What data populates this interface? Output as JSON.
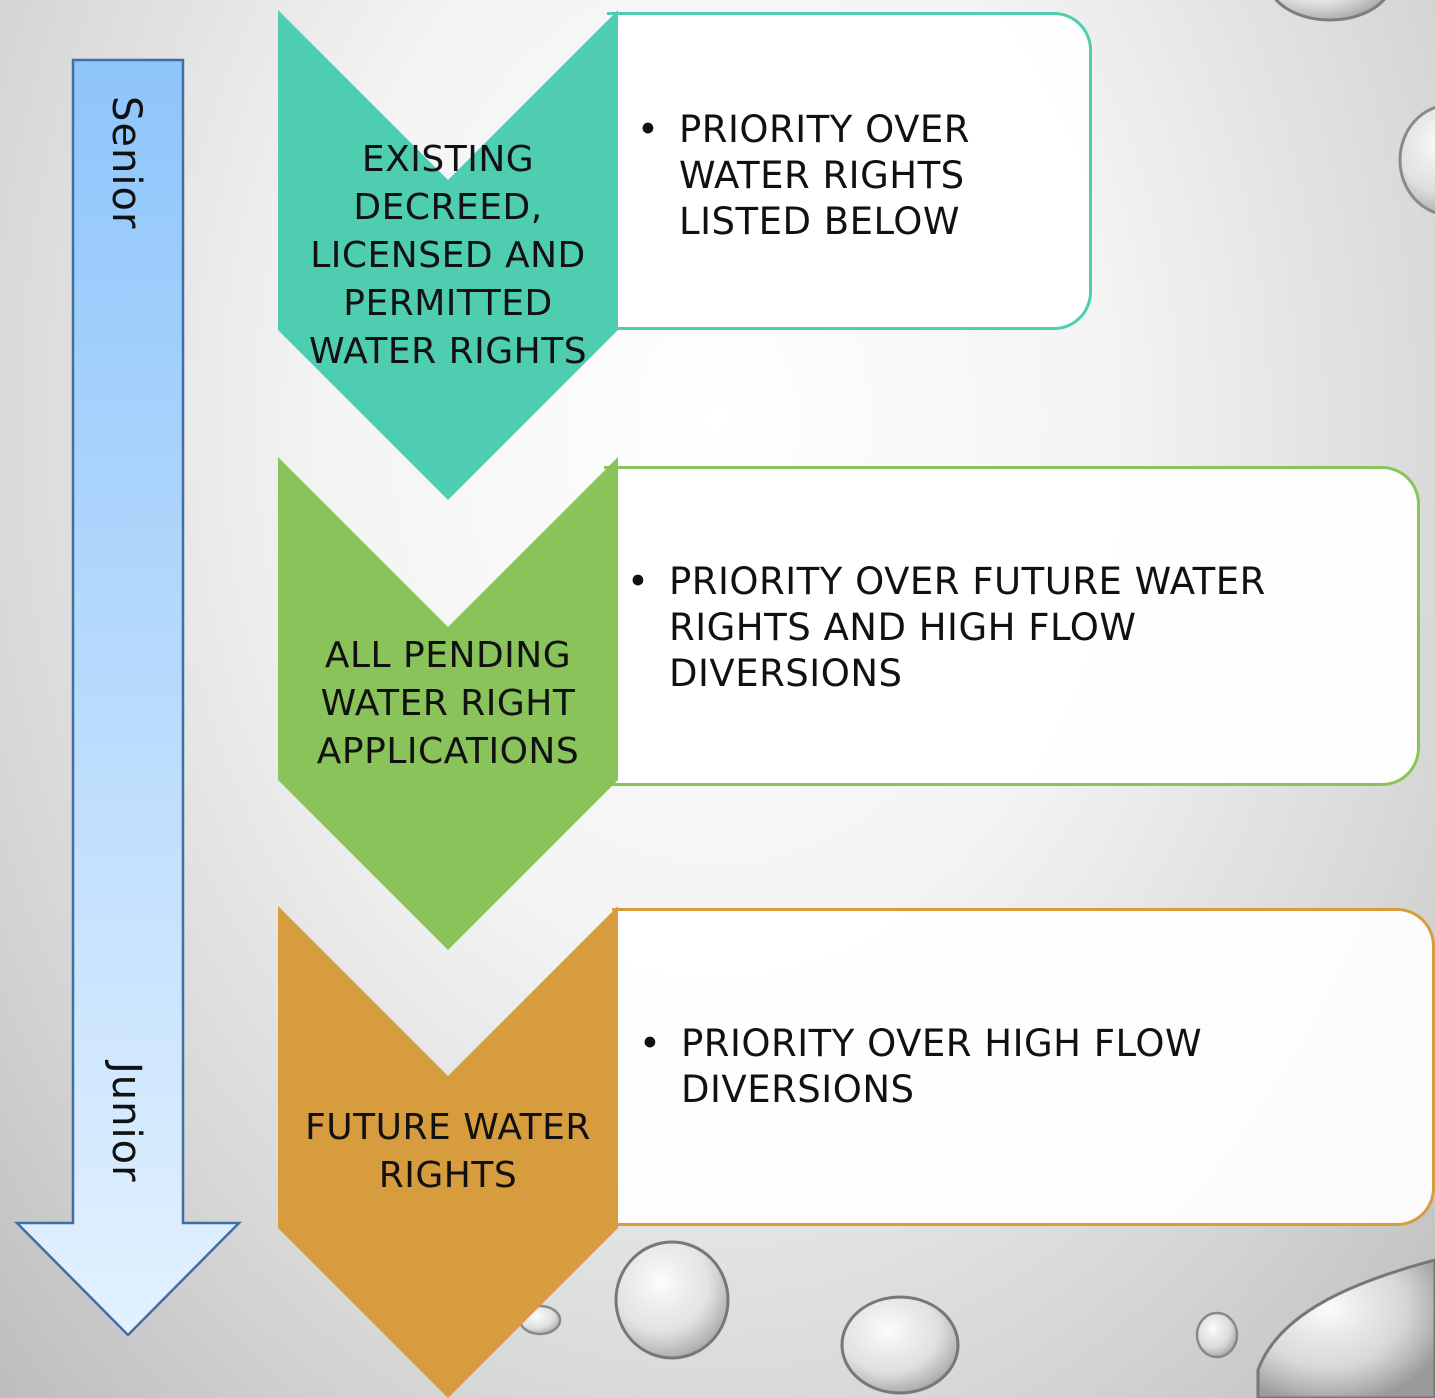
{
  "seniority": {
    "top_label": "Senior",
    "bottom_label": "Junior"
  },
  "tiers": [
    {
      "label": "EXISTING DECREED, LICENSED AND PERMITTED WATER RIGHTS",
      "description": "PRIORITY OVER WATER RIGHTS LISTED BELOW",
      "color": "#4ecdb0"
    },
    {
      "label": "ALL PENDING WATER RIGHT APPLICATIONS",
      "description": "PRIORITY OVER FUTURE WATER RIGHTS AND HIGH FLOW DIVERSIONS",
      "color": "#8ac35a"
    },
    {
      "label": "FUTURE WATER RIGHTS",
      "description": "PRIORITY OVER HIGH FLOW DIVERSIONS",
      "color": "#d79c3d"
    }
  ],
  "colors": {
    "arrow_top": "#8ec5fb",
    "arrow_bottom": "#e3f1ff",
    "arrow_stroke": "#3f6fa3"
  }
}
